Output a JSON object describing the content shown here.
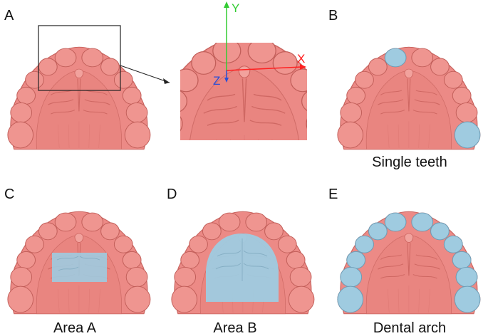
{
  "panels": {
    "a": {
      "label": "A"
    },
    "b": {
      "label": "B",
      "caption": "Single teeth"
    },
    "c": {
      "label": "C",
      "caption": "Area A"
    },
    "d": {
      "label": "D",
      "caption": "Area B"
    },
    "e": {
      "label": "E",
      "caption": "Dental arch"
    }
  },
  "axes": {
    "x": "X",
    "y": "Y",
    "z": "Z"
  },
  "colors": {
    "tissue": "#ec8a86",
    "tissue_dark": "#c96560",
    "tissue_light": "#f6b1ac",
    "highlight": "#9fcbe0",
    "highlight_dark": "#6f9fb8",
    "axis_x": "#ff2020",
    "axis_y": "#33cc33",
    "axis_z": "#2a4fd6"
  }
}
